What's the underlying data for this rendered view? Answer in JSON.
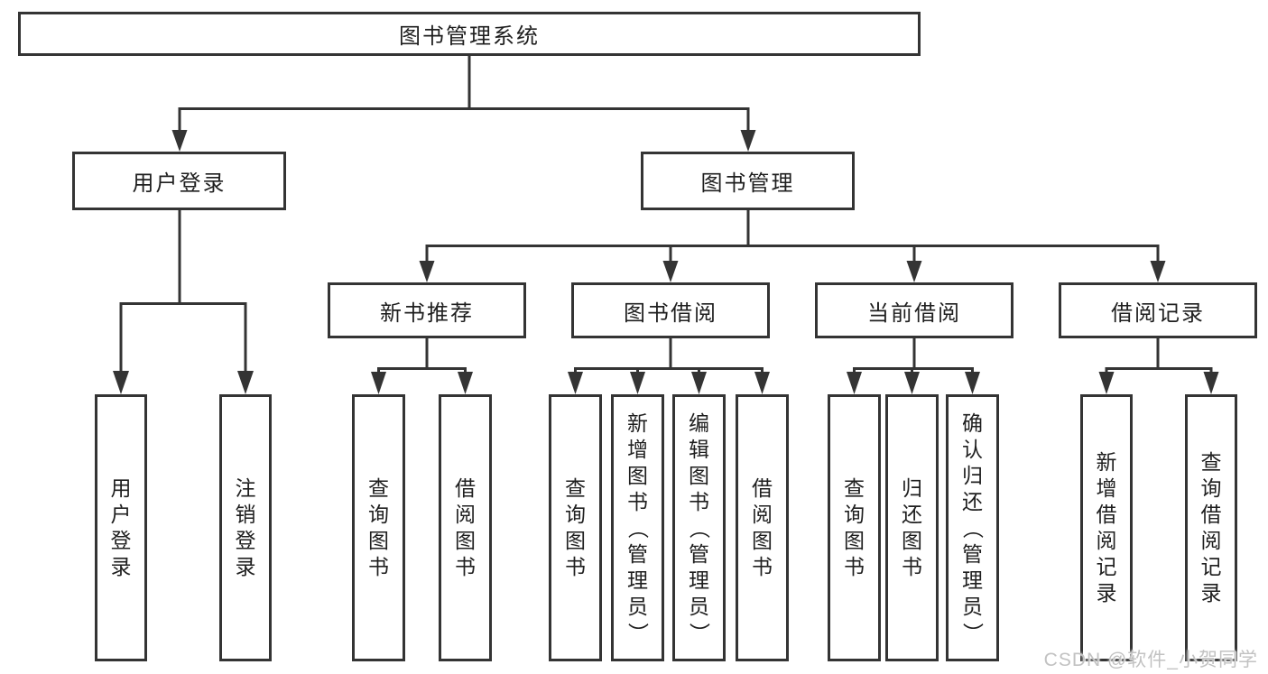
{
  "diagram": {
    "root": {
      "label": "图书管理系统"
    },
    "level2": [
      {
        "label": "用户登录"
      },
      {
        "label": "图书管理"
      }
    ],
    "level3": [
      {
        "label": "新书推荐"
      },
      {
        "label": "图书借阅"
      },
      {
        "label": "当前借阅"
      },
      {
        "label": "借阅记录"
      }
    ],
    "login_children": [
      {
        "label": "用户登录"
      },
      {
        "label": "注销登录"
      }
    ],
    "recommend_children": [
      {
        "label": "查询图书"
      },
      {
        "label": "借阅图书"
      }
    ],
    "borrow_children": [
      {
        "label": "查询图书"
      },
      {
        "label": "新增图书（管理员）"
      },
      {
        "label": "编辑图书（管理员）"
      },
      {
        "label": "借阅图书"
      }
    ],
    "current_children": [
      {
        "label": "查询图书"
      },
      {
        "label": "归还图书"
      },
      {
        "label": "确认归还（管理员）"
      }
    ],
    "record_children": [
      {
        "label": "新增借阅记录"
      },
      {
        "label": "查询借阅记录"
      }
    ]
  },
  "watermark": {
    "text": "CSDN @软件_小贺同学"
  },
  "colors": {
    "line": "#343434",
    "text": "#1f1f1f",
    "watermark": "#c2c2c2",
    "background": "#ffffff"
  }
}
